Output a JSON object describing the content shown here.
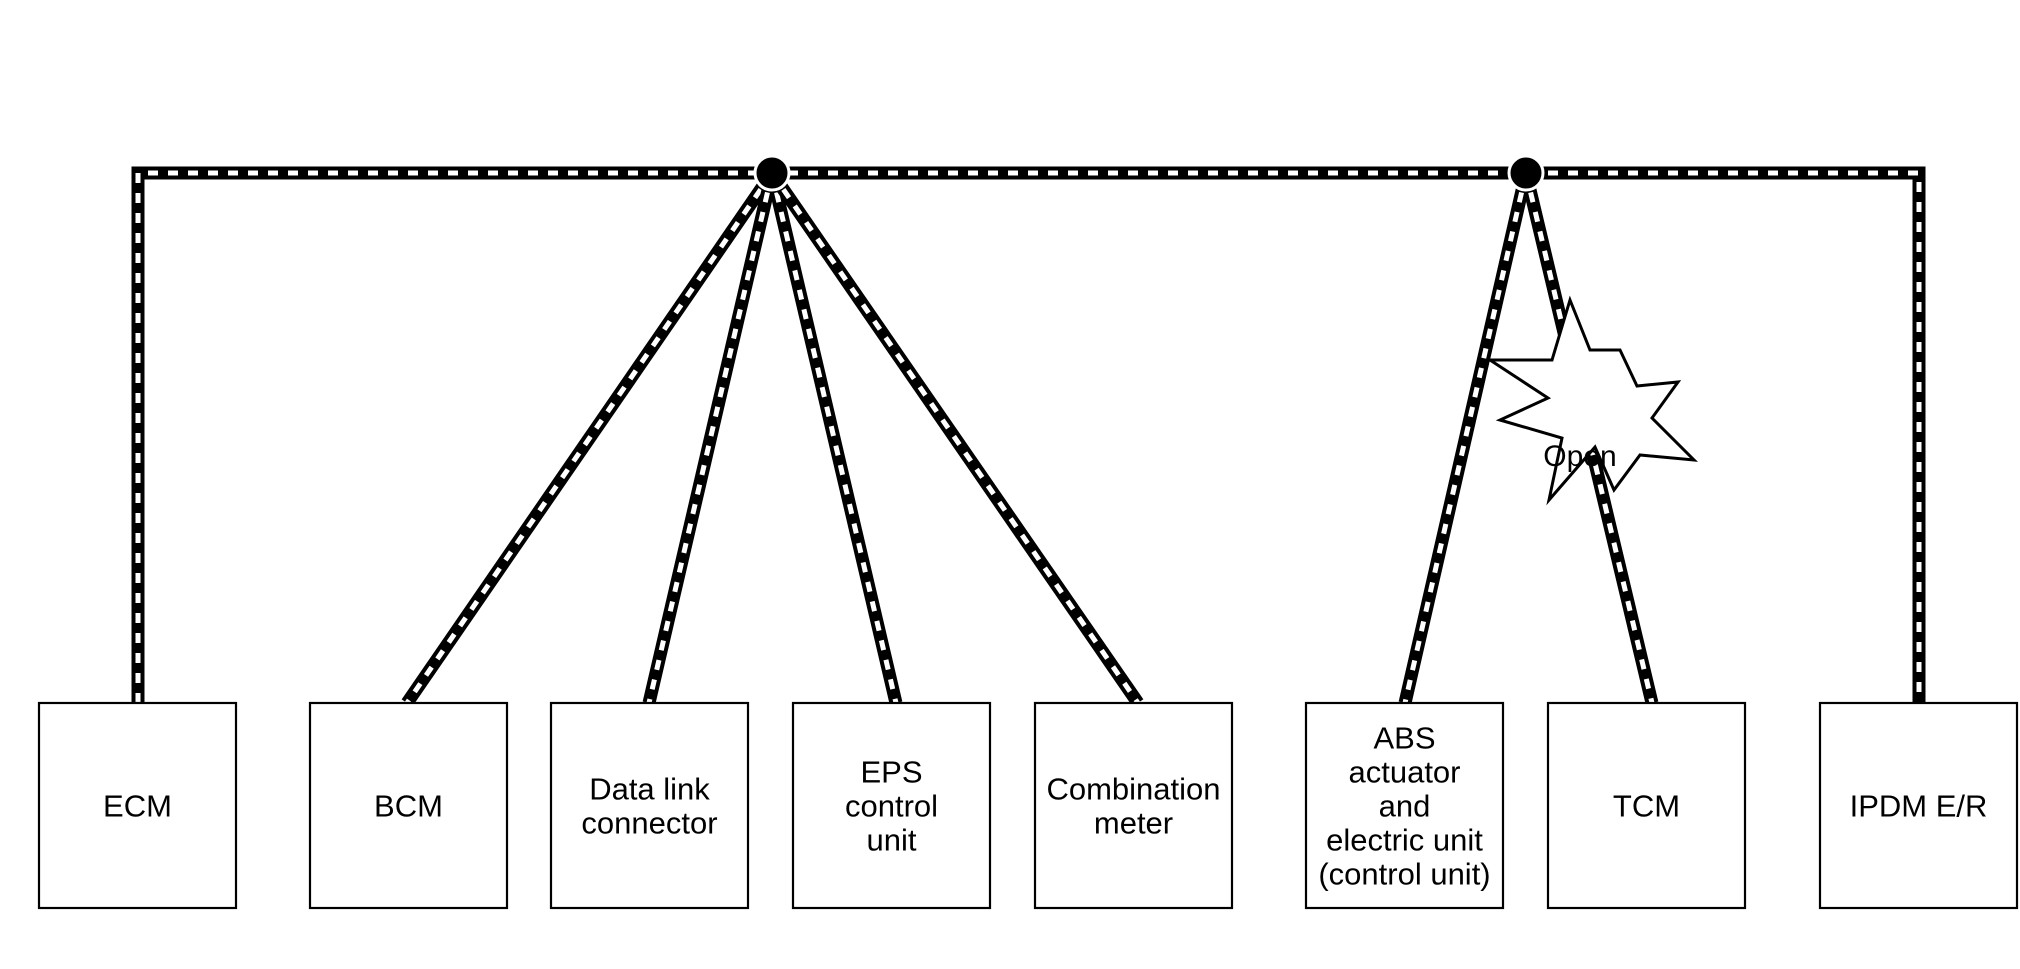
{
  "diagram": {
    "units": [
      {
        "id": "ecm",
        "lines": [
          "ECM"
        ]
      },
      {
        "id": "bcm",
        "lines": [
          "BCM"
        ]
      },
      {
        "id": "data-link-connector",
        "lines": [
          "Data link",
          "connector"
        ]
      },
      {
        "id": "eps-control-unit",
        "lines": [
          "EPS",
          "control",
          "unit"
        ]
      },
      {
        "id": "combination-meter",
        "lines": [
          "Combination",
          "meter"
        ]
      },
      {
        "id": "abs-actuator",
        "lines": [
          "ABS",
          "actuator",
          "and",
          "electric unit",
          "(control unit)"
        ]
      },
      {
        "id": "tcm",
        "lines": [
          "TCM"
        ]
      },
      {
        "id": "ipdm-er",
        "lines": [
          "IPDM E/R"
        ]
      }
    ],
    "fault": {
      "label": "Open",
      "branch": "tcm"
    },
    "colors": {
      "line": "#000000",
      "background": "#ffffff"
    }
  }
}
